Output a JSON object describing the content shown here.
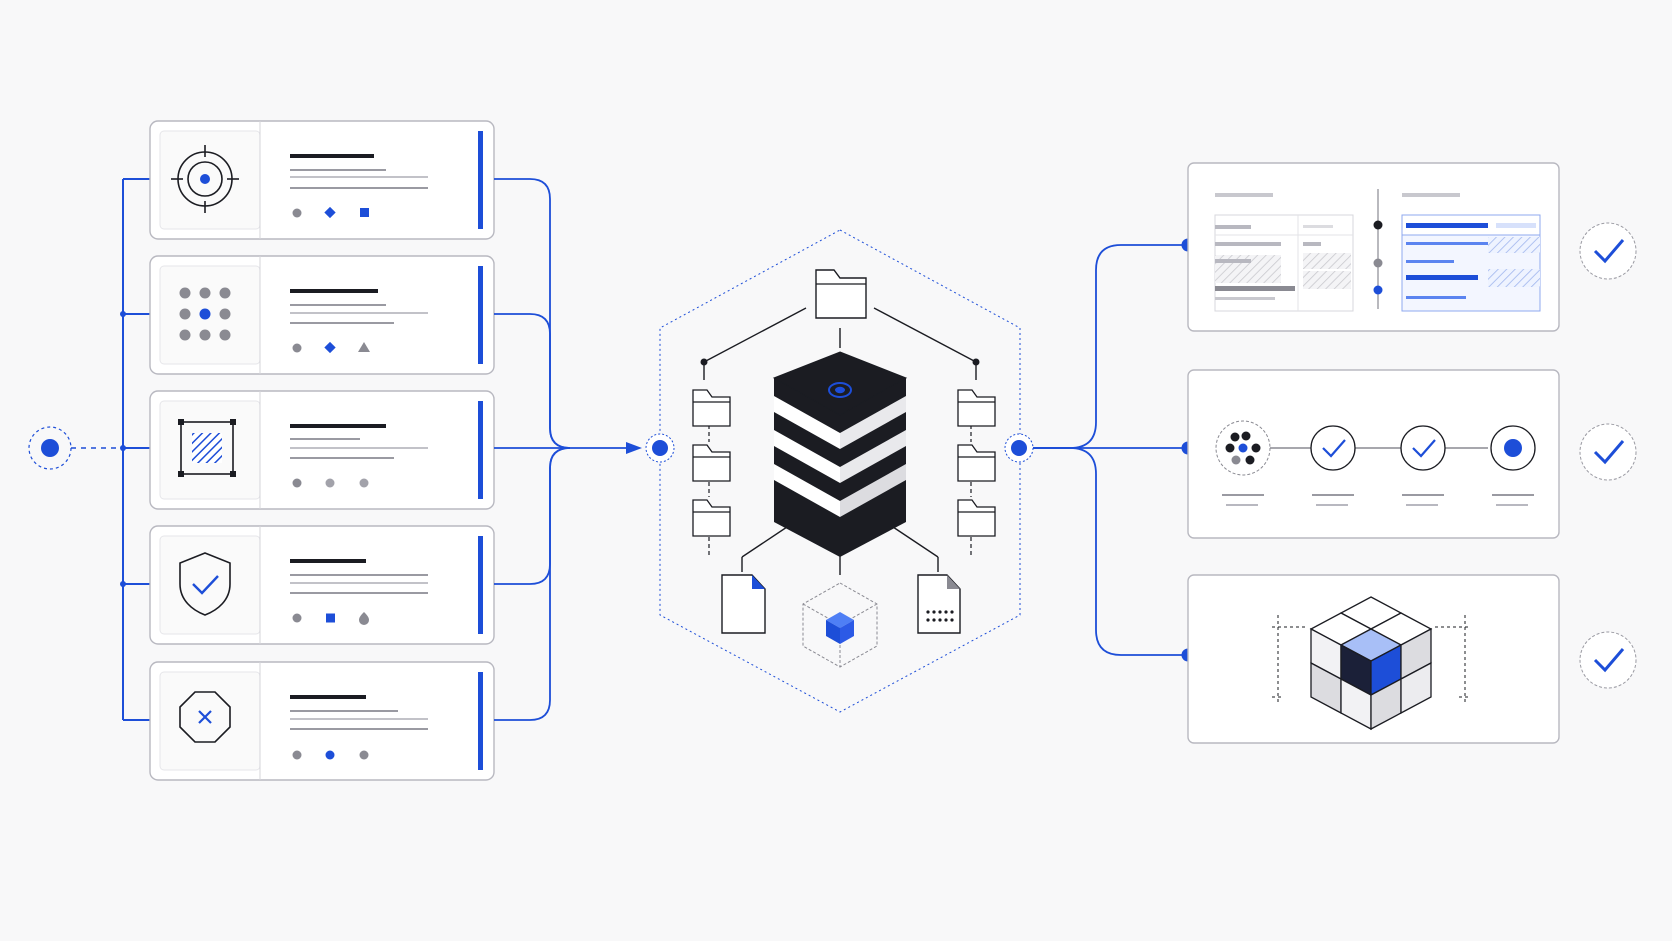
{
  "colors": {
    "background": "#f8f8f9",
    "accent": "#1d4ed8",
    "accent_light": "#3b6cf0",
    "ink": "#1b1c22",
    "line_gray": "#9a9aa2",
    "panel_border": "#bfbfc6",
    "panel_fill": "#fafafa",
    "soft_gray": "#cfcfd4"
  },
  "input_cards": [
    {
      "icon": "target-icon",
      "markers": [
        "dot-gray",
        "diamond-blue",
        "square-blue"
      ]
    },
    {
      "icon": "dot-grid-icon",
      "markers": [
        "dot-gray",
        "diamond-blue",
        "triangle-gray"
      ]
    },
    {
      "icon": "selection-frame-icon",
      "markers": [
        "dot-gray",
        "dot-gray",
        "dot-gray"
      ]
    },
    {
      "icon": "shield-check-icon",
      "markers": [
        "dot-gray",
        "square-blue",
        "drop-gray"
      ]
    },
    {
      "icon": "octagon-x-icon",
      "markers": [
        "dot-gray",
        "dot-blue",
        "dot-gray"
      ]
    }
  ],
  "hub": {
    "top_icon": "folder-icon",
    "center_icon": "layered-database-icon",
    "side_icons": [
      "folder-icon",
      "folder-icon",
      "folder-icon"
    ],
    "bottom_icons": [
      "document-icon",
      "isometric-cube-icon",
      "dotted-document-icon"
    ]
  },
  "output_panels": [
    {
      "name": "comparison-table-panel",
      "check_icon": "check-circle-icon"
    },
    {
      "name": "pipeline-steps-panel",
      "steps": [
        "cluster-icon",
        "check-circle-icon",
        "check-circle-icon",
        "active-dot-icon"
      ],
      "check_icon": "check-circle-icon"
    },
    {
      "name": "cube-grid-panel",
      "check_icon": "check-circle-icon"
    }
  ]
}
